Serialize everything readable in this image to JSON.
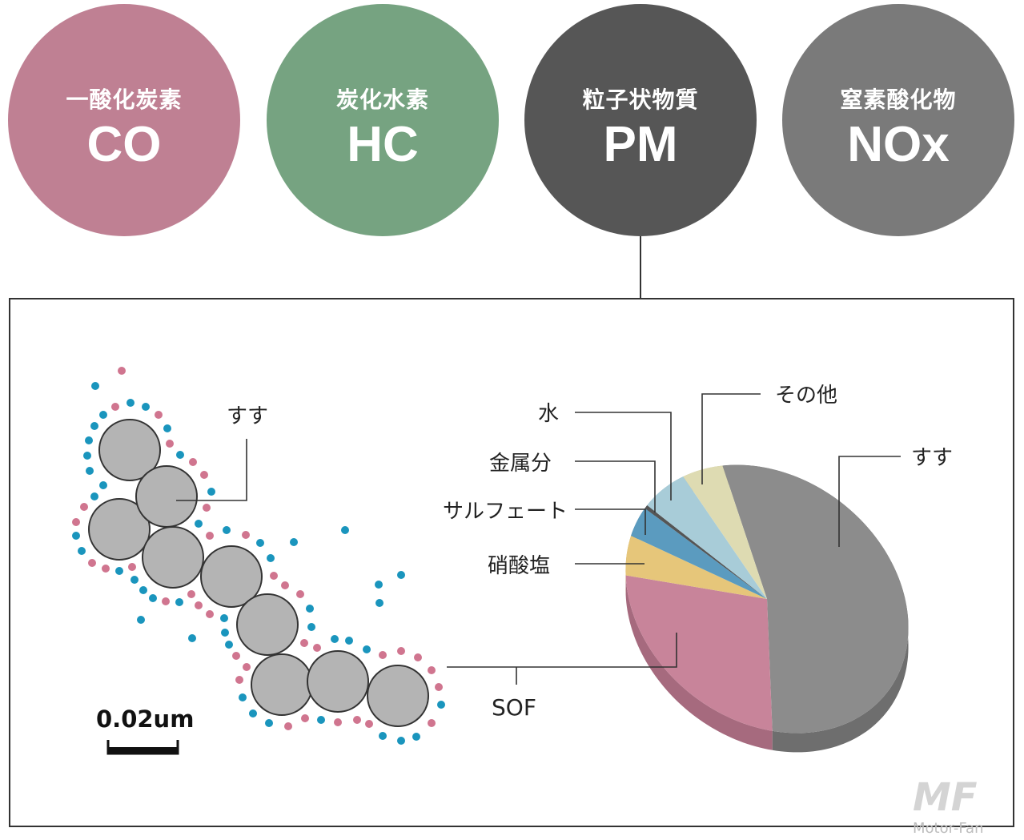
{
  "pollutants": [
    {
      "name_jp": "一酸化炭素",
      "symbol": "CO",
      "color": "#bf8093"
    },
    {
      "name_jp": "炭化水素",
      "symbol": "HC",
      "color": "#76a381"
    },
    {
      "name_jp": "粒子状物質",
      "symbol": "PM",
      "color": "#565656"
    },
    {
      "name_jp": "窒素酸化物",
      "symbol": "NOx",
      "color": "#7a7a7a"
    }
  ],
  "particle": {
    "soot_label": "すす",
    "scale_label": "0.02um",
    "colors": {
      "soot": "#b4b4b4",
      "blue_dot": "#1a95bd",
      "pink_dot": "#d0758f"
    }
  },
  "pie": {
    "slices": [
      {
        "label": "すす",
        "value": 54.5,
        "color": "#8c8c8c",
        "side": "#6e6e6e"
      },
      {
        "label": "SOF",
        "value": 25,
        "color": "#c8849a",
        "side": "#a66a7e"
      },
      {
        "label": "硝酸塩",
        "value": 5,
        "color": "#e6c67a",
        "side": "#c6a862"
      },
      {
        "label": "サルフェート",
        "value": 4,
        "color": "#5b9bbf",
        "side": "#4a82a2"
      },
      {
        "label": "金属分",
        "value": 0.5,
        "color": "#555555",
        "side": "#444444"
      },
      {
        "label": "水",
        "value": 6,
        "color": "#a8ccd8",
        "side": "#8fb0bb"
      },
      {
        "label": "その他",
        "value": 5,
        "color": "#dedbb2",
        "side": "#c2bf98"
      }
    ]
  },
  "watermark": "Motor-Fan"
}
